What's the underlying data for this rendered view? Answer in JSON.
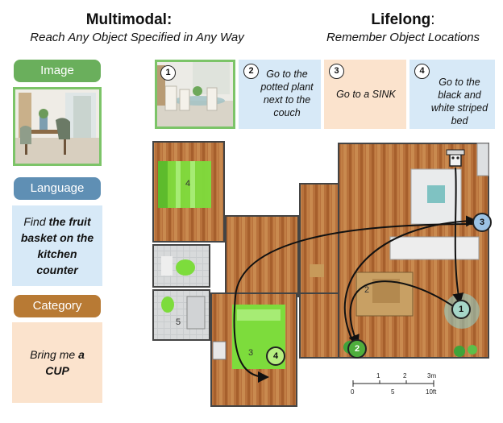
{
  "header": {
    "left_title": "Multimodal:",
    "left_subtitle": "Reach Any Object Specified in Any Way",
    "right_title": "Lifelong",
    "right_title_suffix": ":",
    "right_subtitle": "Remember Object Locations"
  },
  "modalities": {
    "image_label": "Image",
    "language_label": "Language",
    "language_text_prefix": "Find ",
    "language_text_bold": "the fruit basket on the kitchen counter",
    "category_label": "Category",
    "category_text_prefix": "Bring me ",
    "category_text_bold": "a CUP"
  },
  "tasks": [
    {
      "number": "1"
    },
    {
      "number": "2",
      "text": "Go to the potted plant next to the couch"
    },
    {
      "number": "3",
      "text": "Go to a SINK"
    },
    {
      "number": "4",
      "text": "Go to the black and white striped bed"
    }
  ],
  "map": {
    "room_numbers": [
      "4",
      "5",
      "3",
      "2"
    ],
    "markers": [
      "1",
      "2",
      "3",
      "4"
    ],
    "scale": {
      "ticks_m": [
        "1",
        "2",
        "3m"
      ],
      "ticks_ft": [
        "0",
        "5",
        "10ft"
      ]
    }
  },
  "colors": {
    "image_green": "#6aaf5c",
    "language_blue": "#5f8fb4",
    "category_brown": "#b87a34",
    "light_blue": "#d7e9f7",
    "peach": "#fbe3cd",
    "highlight_green": "#7ddc3c"
  }
}
